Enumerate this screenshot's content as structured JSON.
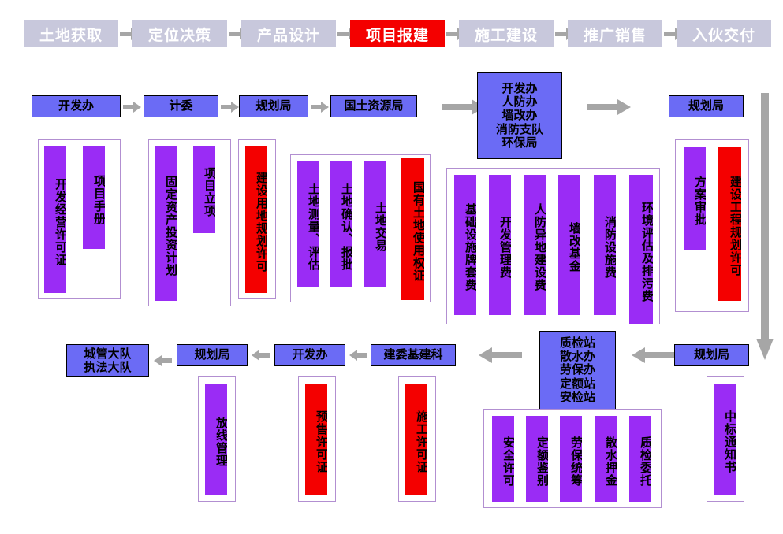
{
  "colors": {
    "phase_inactive_bg": "#c8c8dc",
    "phase_active_bg": "#f40000",
    "dept_bg": "#6b6bf5",
    "item_purple": "#9a2cf5",
    "item_red": "#f40000",
    "group_border": "#b28fd1",
    "arrow_gray": "#a6a6a6"
  },
  "phases": [
    {
      "label": "土地获取",
      "active": false
    },
    {
      "label": "定位决策",
      "active": false
    },
    {
      "label": "产品设计",
      "active": false
    },
    {
      "label": "项目报建",
      "active": true
    },
    {
      "label": "施工建设",
      "active": false
    },
    {
      "label": "推广销售",
      "active": false
    },
    {
      "label": "入伙交付",
      "active": false
    }
  ],
  "departments": {
    "row1": [
      {
        "label": "开发办"
      },
      {
        "label": "计委"
      },
      {
        "label": "规划局"
      },
      {
        "label": "国土资源局"
      },
      {
        "label": "开发办\n人防办\n墙改办\n消防支队\n环保局"
      },
      {
        "label": "规划局"
      }
    ],
    "row2": [
      {
        "label": "城管大队\n执法大队"
      },
      {
        "label": "规划局"
      },
      {
        "label": "开发办"
      },
      {
        "label": "建委基建科"
      },
      {
        "label": "质检站\n散水办\n劳保办\n定额站\n安检站"
      },
      {
        "label": "规划局"
      }
    ]
  },
  "groups": {
    "g1": {
      "items": [
        {
          "label": "开发经营许可证",
          "color": "purple"
        },
        {
          "label": "项目手册",
          "color": "purple"
        }
      ]
    },
    "g2": {
      "items": [
        {
          "label": "固定资产投资计划",
          "color": "purple"
        },
        {
          "label": "项目立项",
          "color": "purple"
        }
      ]
    },
    "g3": {
      "items": [
        {
          "label": "建设用地规划许可",
          "color": "red"
        }
      ]
    },
    "g4": {
      "items": [
        {
          "label": "土地测量、评估",
          "color": "purple"
        },
        {
          "label": "土地确认、报批",
          "color": "purple"
        },
        {
          "label": "土地交易",
          "color": "purple"
        },
        {
          "label": "国有土地使用权证",
          "color": "red"
        }
      ]
    },
    "g5": {
      "items": [
        {
          "label": "基础设施牌套费",
          "color": "purple"
        },
        {
          "label": "开发管理费",
          "color": "purple"
        },
        {
          "label": "人防异地建设费",
          "color": "purple"
        },
        {
          "label": "墙改基金",
          "color": "purple"
        },
        {
          "label": "消防设施费",
          "color": "purple"
        },
        {
          "label": "环境评估及排污费",
          "color": "purple"
        }
      ]
    },
    "g6": {
      "items": [
        {
          "label": "方案审批",
          "color": "purple"
        },
        {
          "label": "建设工程规划许可",
          "color": "red"
        }
      ]
    },
    "g7": {
      "items": [
        {
          "label": "放线管理",
          "color": "purple"
        }
      ]
    },
    "g8": {
      "items": [
        {
          "label": "预售许可证",
          "color": "red"
        }
      ]
    },
    "g9": {
      "items": [
        {
          "label": "施工许可证",
          "color": "red"
        }
      ]
    },
    "g10": {
      "items": [
        {
          "label": "安全许可",
          "color": "purple"
        },
        {
          "label": "定额鉴别",
          "color": "purple"
        },
        {
          "label": "劳保统筹",
          "color": "purple"
        },
        {
          "label": "散水押金",
          "color": "purple"
        },
        {
          "label": "质检委托",
          "color": "purple"
        }
      ]
    },
    "g11": {
      "items": [
        {
          "label": "中标通知书",
          "color": "purple"
        }
      ]
    }
  }
}
